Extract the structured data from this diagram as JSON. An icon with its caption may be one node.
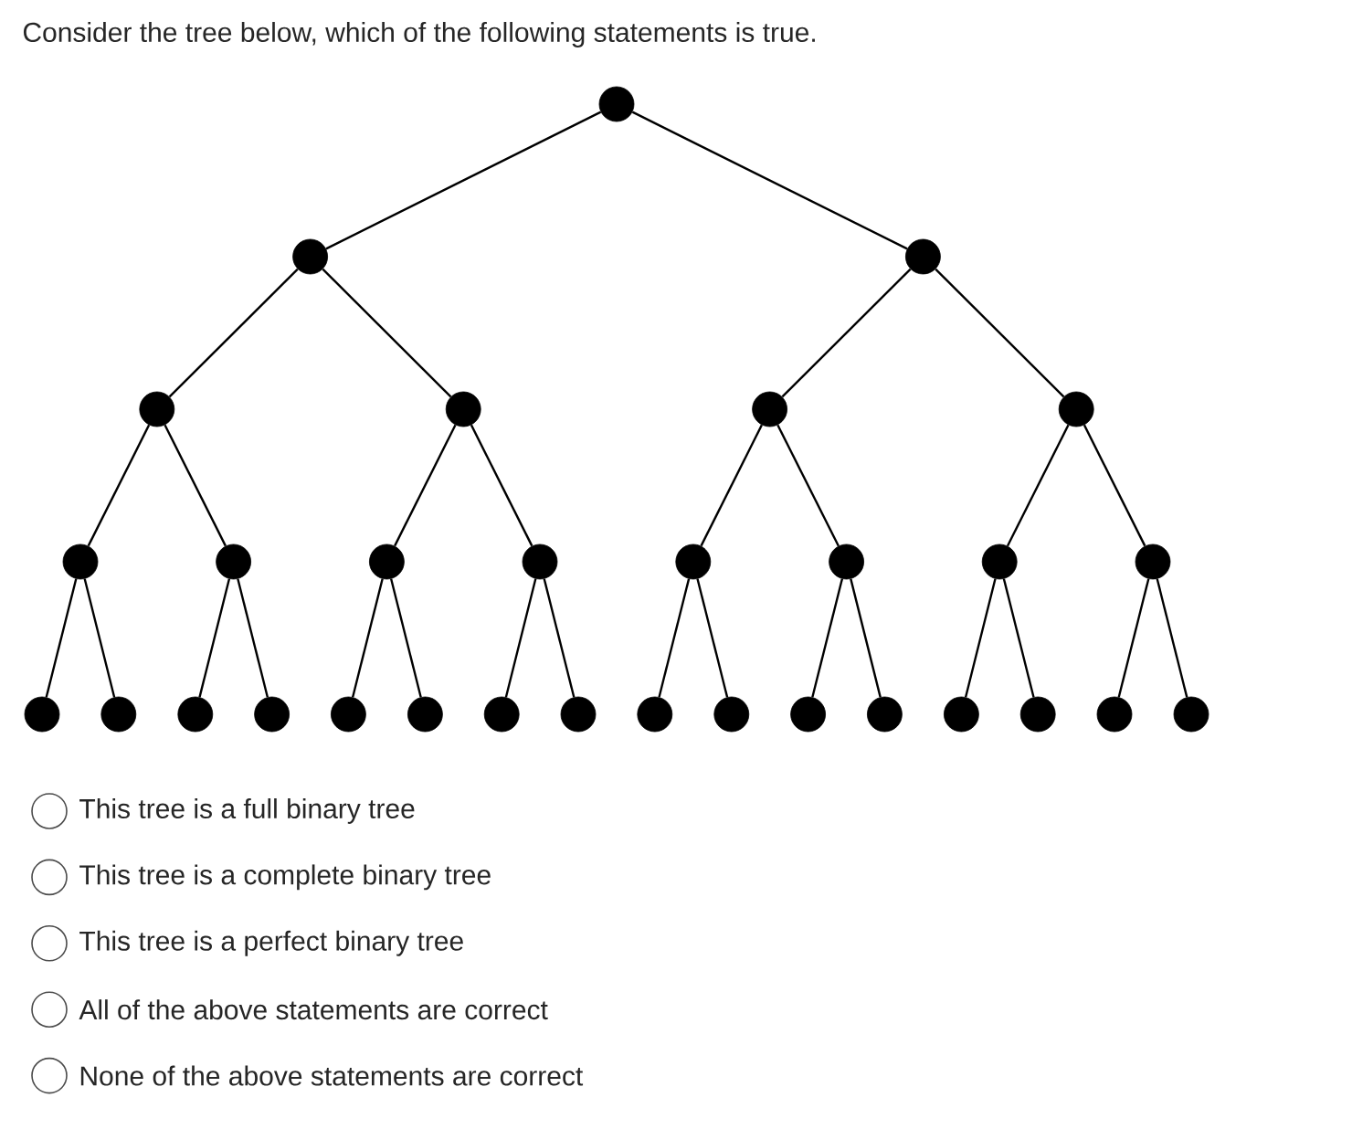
{
  "diagram": {
    "title": "Consider the tree below, which of the following statements is true.",
    "nodes": [
      {
        "text": [],
        "shape": "circle"
      },
      {
        "text": [],
        "shape": "circle"
      },
      {
        "text": [],
        "shape": "circle"
      },
      {
        "text": [],
        "shape": "circle"
      },
      {
        "text": [],
        "shape": "circle"
      },
      {
        "text": [],
        "shape": "circle"
      },
      {
        "text": [],
        "shape": "circle"
      },
      {
        "text": [],
        "shape": "circle"
      },
      {
        "text": [],
        "shape": "circle"
      },
      {
        "text": [],
        "shape": "circle"
      },
      {
        "text": [],
        "shape": "circle"
      },
      {
        "text": [],
        "shape": "circle"
      },
      {
        "text": [],
        "shape": "circle"
      },
      {
        "text": [],
        "shape": "circle"
      },
      {
        "text": [],
        "shape": "circle"
      },
      {
        "text": [],
        "shape": "circle"
      },
      {
        "text": [],
        "shape": "circle"
      },
      {
        "text": [],
        "shape": "circle"
      },
      {
        "text": [],
        "shape": "circle"
      },
      {
        "text": [],
        "shape": "circle"
      },
      {
        "text": [],
        "shape": "circle"
      },
      {
        "text": [],
        "shape": "circle"
      },
      {
        "text": [],
        "shape": "circle"
      },
      {
        "text": [],
        "shape": "circle"
      },
      {
        "text": [],
        "shape": "circle"
      },
      {
        "text": [],
        "shape": "circle"
      },
      {
        "text": [],
        "shape": "circle"
      },
      {
        "text": [],
        "shape": "circle"
      },
      {
        "text": [],
        "shape": "circle"
      },
      {
        "text": [],
        "shape": "circle"
      },
      {
        "text": [],
        "shape": "circle"
      }
    ],
    "edges": [
      {
        "from": 0,
        "to": 1,
        "arrow": "none"
      },
      {
        "from": 0,
        "to": 2,
        "arrow": "none"
      },
      {
        "from": 1,
        "to": 3,
        "arrow": "none"
      },
      {
        "from": 1,
        "to": 4,
        "arrow": "none"
      },
      {
        "from": 2,
        "to": 5,
        "arrow": "none"
      },
      {
        "from": 2,
        "to": 6,
        "arrow": "none"
      },
      {
        "from": 3,
        "to": 7,
        "arrow": "none"
      },
      {
        "from": 3,
        "to": 8,
        "arrow": "none"
      },
      {
        "from": 4,
        "to": 9,
        "arrow": "none"
      },
      {
        "from": 4,
        "to": 10,
        "arrow": "none"
      },
      {
        "from": 5,
        "to": 11,
        "arrow": "none"
      },
      {
        "from": 5,
        "to": 12,
        "arrow": "none"
      },
      {
        "from": 6,
        "to": 13,
        "arrow": "none"
      },
      {
        "from": 6,
        "to": 14,
        "arrow": "none"
      },
      {
        "from": 7,
        "to": 15,
        "arrow": "none"
      },
      {
        "from": 7,
        "to": 16,
        "arrow": "none"
      },
      {
        "from": 8,
        "to": 17,
        "arrow": "none"
      },
      {
        "from": 8,
        "to": 18,
        "arrow": "none"
      },
      {
        "from": 9,
        "to": 19,
        "arrow": "none"
      },
      {
        "from": 9,
        "to": 20,
        "arrow": "none"
      },
      {
        "from": 10,
        "to": 21,
        "arrow": "none"
      },
      {
        "from": 10,
        "to": 22,
        "arrow": "none"
      },
      {
        "from": 11,
        "to": 23,
        "arrow": "none"
      },
      {
        "from": 11,
        "to": 24,
        "arrow": "none"
      },
      {
        "from": 12,
        "to": 25,
        "arrow": "none"
      },
      {
        "from": 12,
        "to": 26,
        "arrow": "none"
      },
      {
        "from": 13,
        "to": 27,
        "arrow": "none"
      },
      {
        "from": 13,
        "to": 28,
        "arrow": "none"
      },
      {
        "from": 14,
        "to": 29,
        "arrow": "none"
      },
      {
        "from": 14,
        "to": 30,
        "arrow": "none"
      }
    ],
    "labels": [
      "This tree is a full binary tree",
      "This tree is a complete binary tree",
      "This tree is a perfect binary tree",
      "All of the above statements are correct",
      "None of the above statements are correct"
    ]
  }
}
